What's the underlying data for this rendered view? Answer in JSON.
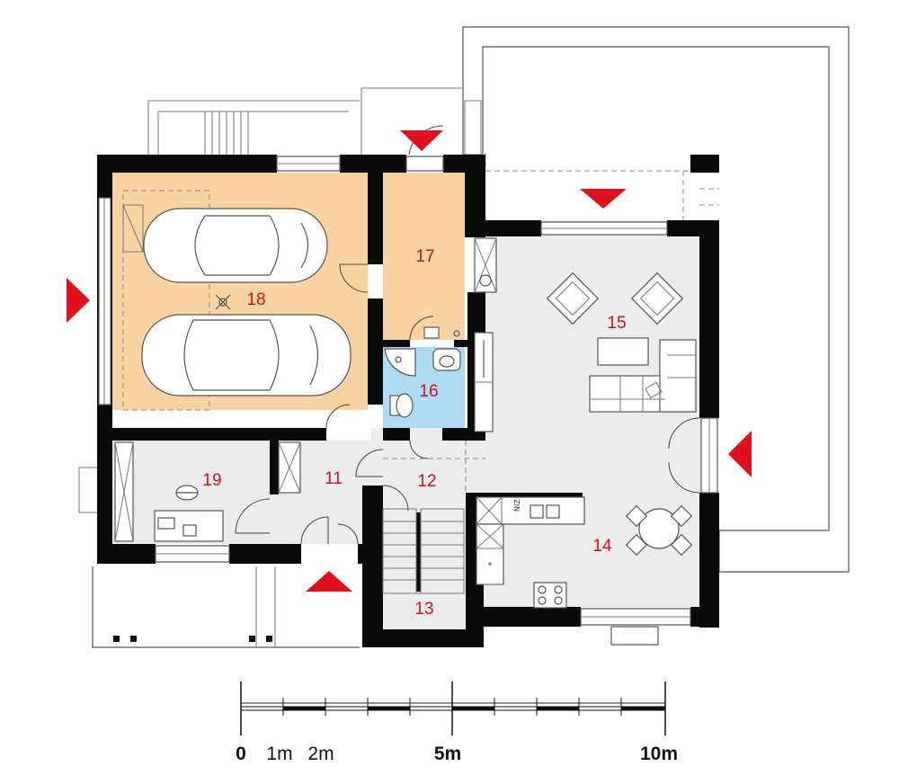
{
  "plan": {
    "rooms": [
      {
        "number": "11"
      },
      {
        "number": "12"
      },
      {
        "number": "13"
      },
      {
        "number": "14"
      },
      {
        "number": "15"
      },
      {
        "number": "16"
      },
      {
        "number": "17"
      },
      {
        "number": "18"
      },
      {
        "number": "19"
      }
    ],
    "room_colors": {
      "garage": "#f9d3a2",
      "technical": "#f9d3a2",
      "bathroom": "#aedcf4",
      "living": "#ececec",
      "other": "#ececec"
    },
    "label_color": "#d0101a",
    "marker_color": "#e0101c",
    "appliance_labels": {
      "fridge": "NIZ"
    }
  },
  "scale_bar": {
    "labels": [
      "0",
      "1m",
      "2m",
      "5m",
      "10m"
    ]
  }
}
